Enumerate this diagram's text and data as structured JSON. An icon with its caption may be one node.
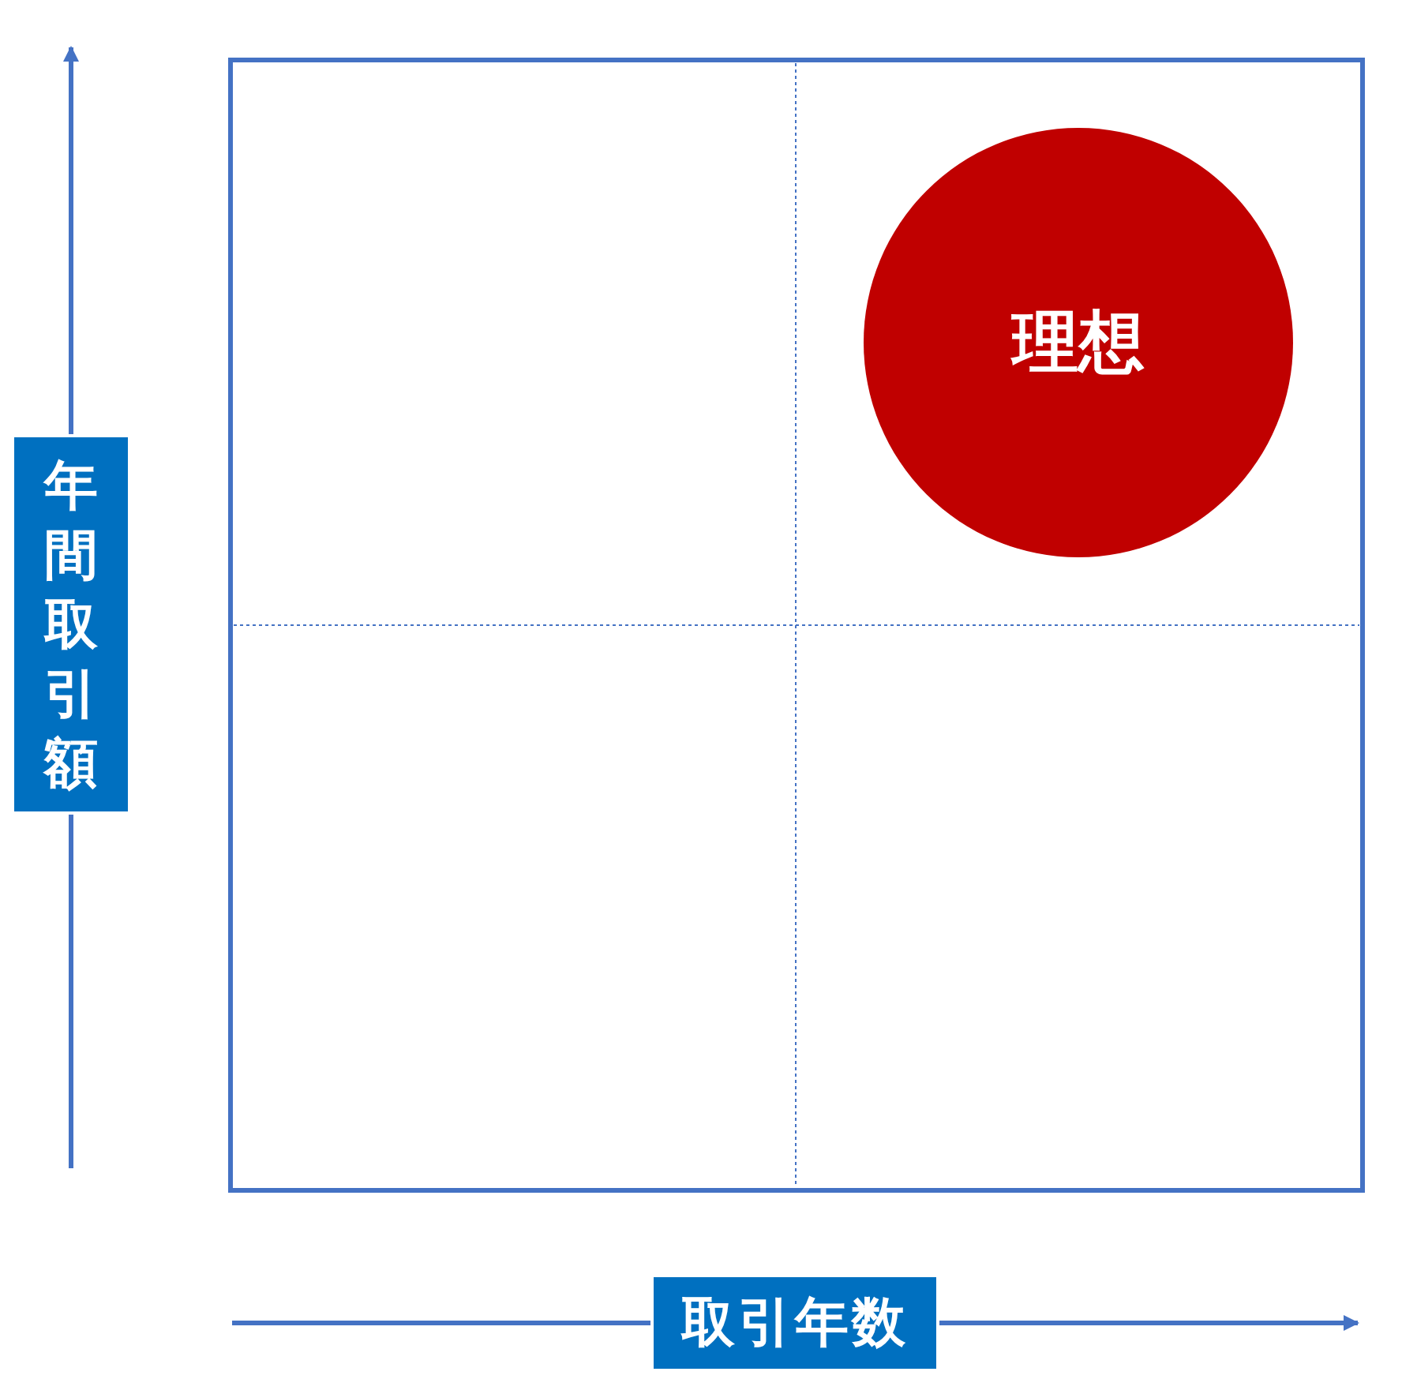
{
  "diagram": {
    "nodes": [
      {
        "text": [
          "年間取引額"
        ]
      },
      {
        "text": [
          "取引年数"
        ]
      },
      {
        "text": [
          "理想"
        ]
      }
    ]
  }
}
